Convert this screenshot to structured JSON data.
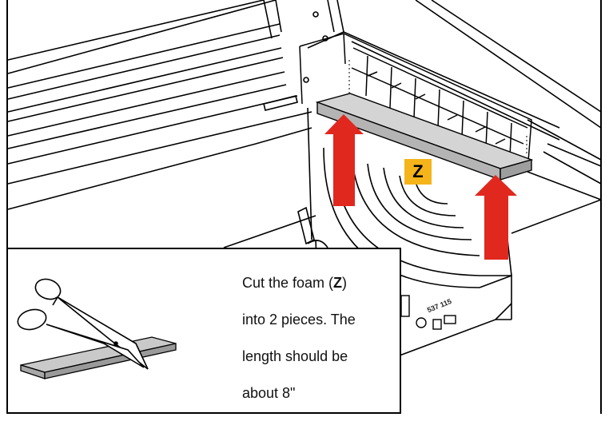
{
  "diagram": {
    "foam_label": "Z",
    "part_number": "537 115",
    "caption": {
      "line1_pre": "Cut the foam (",
      "line1_bold": "Z",
      "line1_post": ")",
      "line2": "into 2 pieces. The",
      "line3": "length should be",
      "line4": "about 8\""
    },
    "colors": {
      "arrow": "#e0281e",
      "foam": "#bdbdbd",
      "badge": "#f4b41a",
      "line": "#000000"
    }
  }
}
